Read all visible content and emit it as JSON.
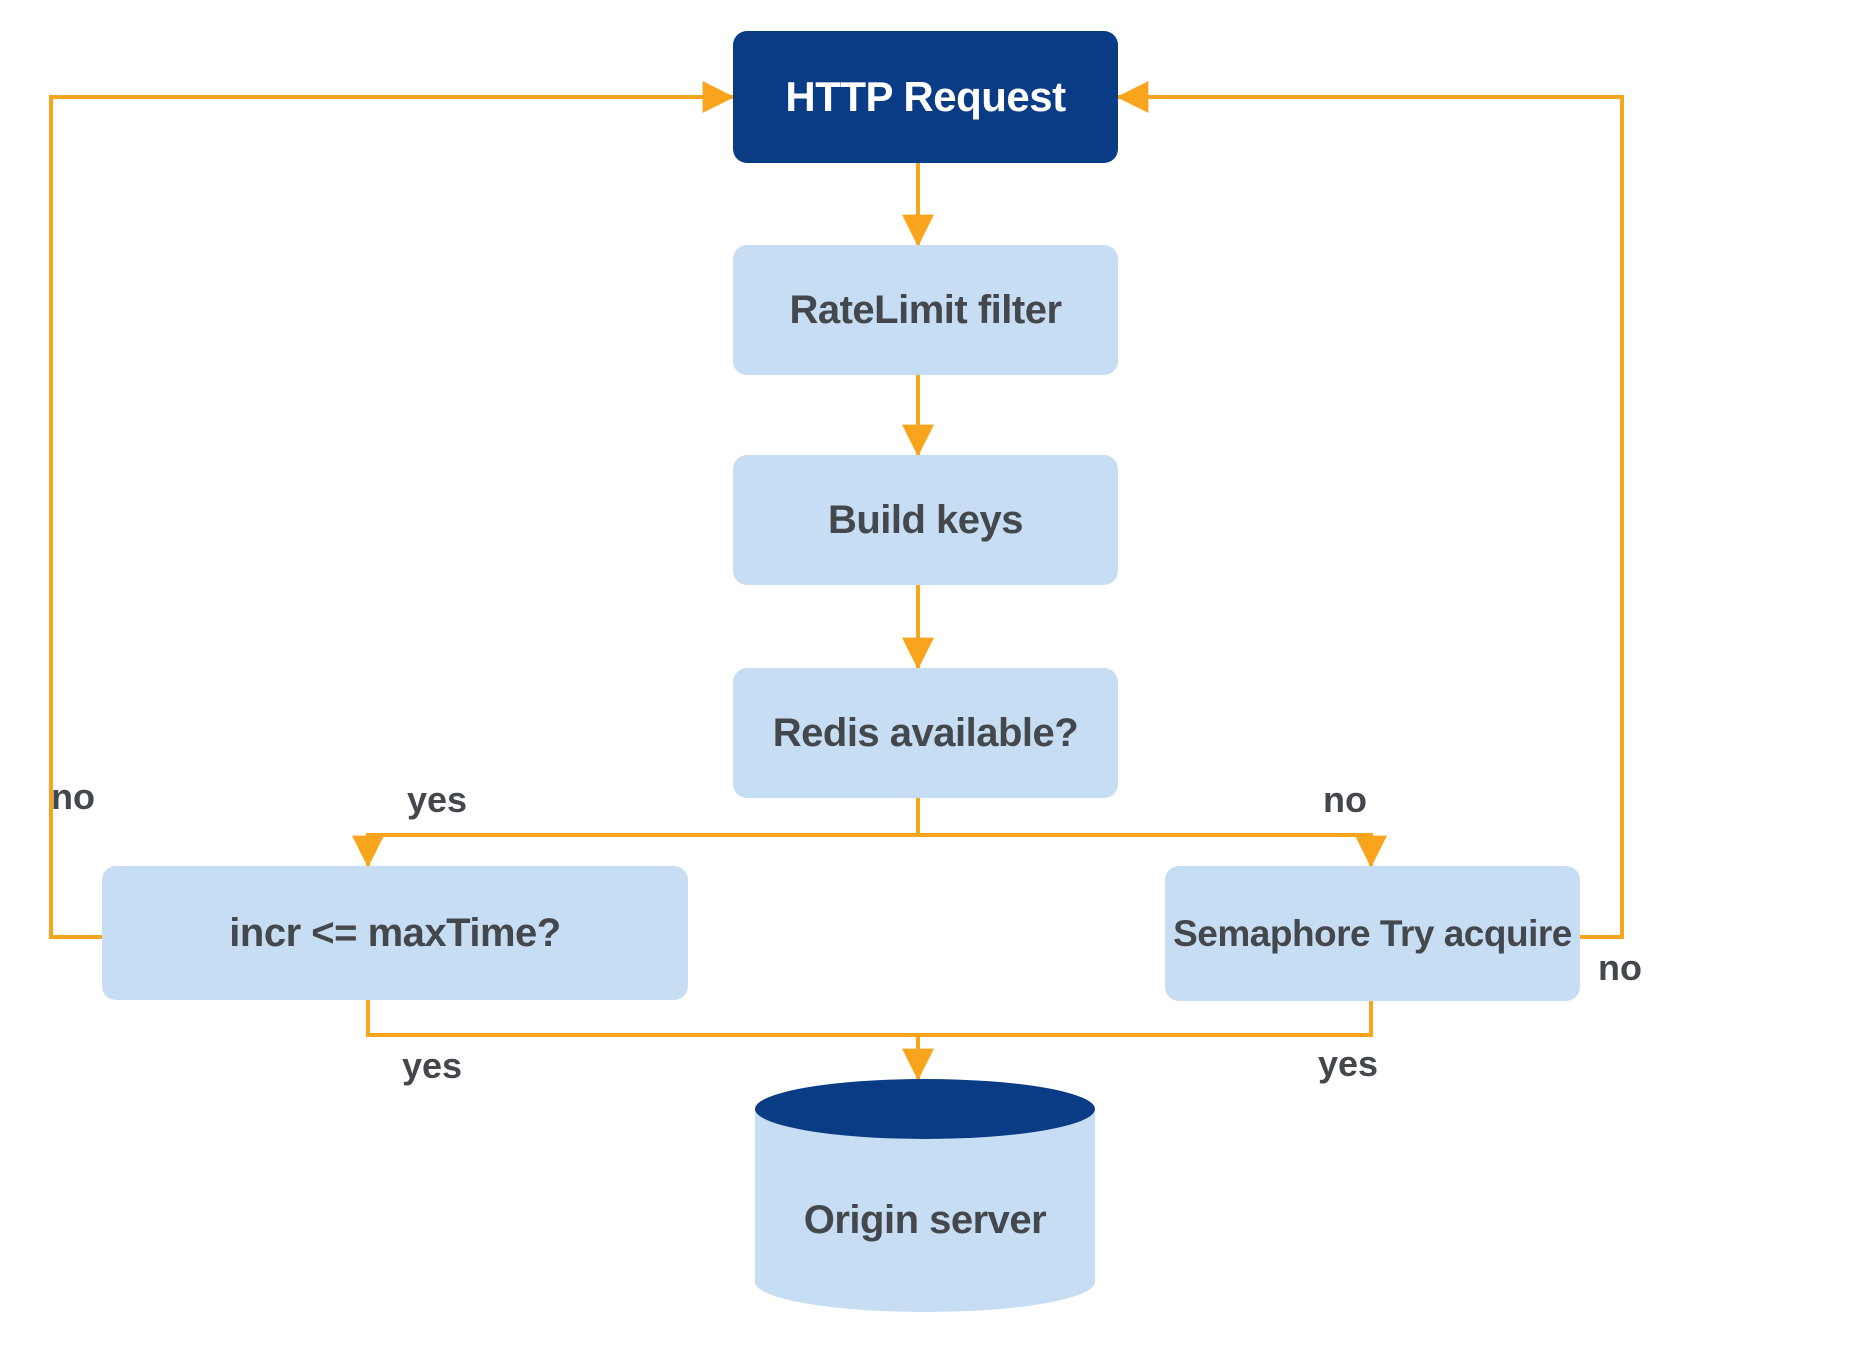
{
  "colors": {
    "navy": "#0a3c85",
    "light_blue": "#c7ddf3",
    "arrow": "#f8a51d",
    "text": "#44484d"
  },
  "nodes": {
    "http_request": {
      "label": "HTTP Request"
    },
    "ratelimit_filter": {
      "label": "RateLimit filter"
    },
    "build_keys": {
      "label": "Build keys"
    },
    "redis_available": {
      "label": "Redis available?"
    },
    "incr_maxtime": {
      "label": "incr <= maxTime?"
    },
    "semaphore": {
      "label": "Semaphore Try acquire"
    },
    "origin_server": {
      "label": "Origin server"
    }
  },
  "edge_labels": {
    "left_no": "no",
    "redis_yes": "yes",
    "redis_no": "no",
    "incr_yes": "yes",
    "semaphore_yes": "yes",
    "semaphore_no": "no"
  }
}
